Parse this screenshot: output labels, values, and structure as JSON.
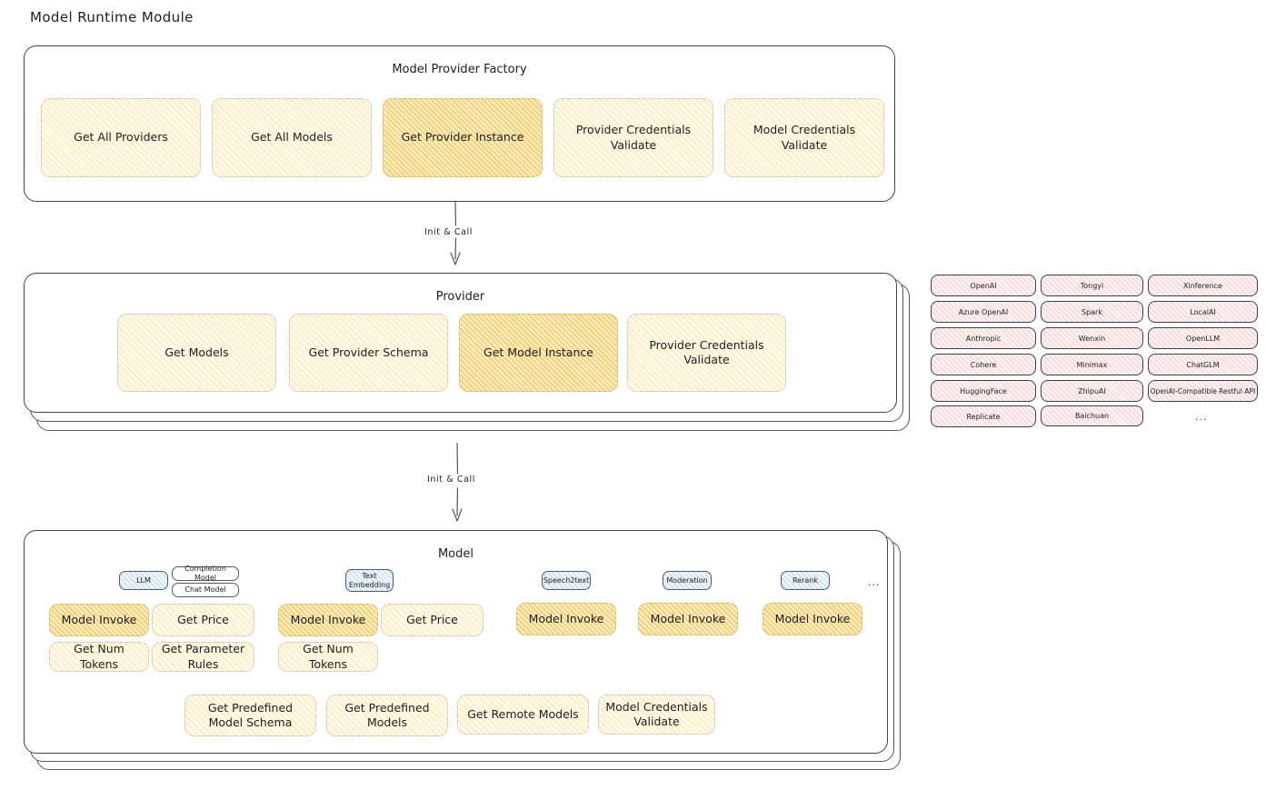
{
  "title": "Model Runtime Module",
  "factory": {
    "title": "Model Provider Factory",
    "methods": [
      {
        "label": "Get All Providers",
        "highlight": false
      },
      {
        "label": "Get All Models",
        "highlight": false
      },
      {
        "label": "Get Provider Instance",
        "highlight": true
      },
      {
        "label": "Provider Credentials Validate",
        "highlight": false
      },
      {
        "label": "Model Credentials Validate",
        "highlight": false
      }
    ]
  },
  "arrow1": {
    "label": "Init & Call"
  },
  "arrow2": {
    "label": "Init & Call"
  },
  "provider": {
    "title": "Provider",
    "methods": [
      {
        "label": "Get Models",
        "highlight": false
      },
      {
        "label": "Get Provider Schema",
        "highlight": false
      },
      {
        "label": "Get Model Instance",
        "highlight": true
      },
      {
        "label": "Provider Credentials Validate",
        "highlight": false
      }
    ]
  },
  "provider_list": {
    "columns": [
      [
        "OpenAI",
        "Azure OpenAI",
        "Anthropic",
        "Cohere",
        "HuggingFace",
        "Replicate"
      ],
      [
        "Tongyi",
        "Spark",
        "Wenxin",
        "Minimax",
        "ZhipuAI",
        "Baichuan"
      ],
      [
        "Xinference",
        "LocalAI",
        "OpenLLM",
        "ChatGLM",
        "OpenAI-Compatible Restful API"
      ]
    ],
    "more": "..."
  },
  "model": {
    "title": "Model",
    "more": "...",
    "capabilities": [
      {
        "name": "LLM",
        "subtypes": [
          "Completion Model",
          "Chat Model"
        ],
        "methods": [
          "Model Invoke",
          "Get Price",
          "Get Num Tokens",
          "Get Parameter Rules"
        ]
      },
      {
        "name": "Text Embedding",
        "subtypes": [],
        "methods": [
          "Model Invoke",
          "Get Price",
          "Get Num Tokens"
        ]
      },
      {
        "name": "Speech2text",
        "subtypes": [],
        "methods": [
          "Model Invoke"
        ]
      },
      {
        "name": "Moderation",
        "subtypes": [],
        "methods": [
          "Model Invoke"
        ]
      },
      {
        "name": "Rerank",
        "subtypes": [],
        "methods": [
          "Model Invoke"
        ]
      }
    ],
    "common_methods": [
      "Get Predefined Model Schema",
      "Get Predefined Models",
      "Get Remote Models",
      "Model Credentials Validate"
    ]
  },
  "colors": {
    "accent_yellow": "#f5c655",
    "accent_yellow_light": "#fef9e9",
    "accent_blue": "#eef5fb",
    "accent_pink": "#fdf1f1",
    "stroke": "#1e1e1e"
  }
}
